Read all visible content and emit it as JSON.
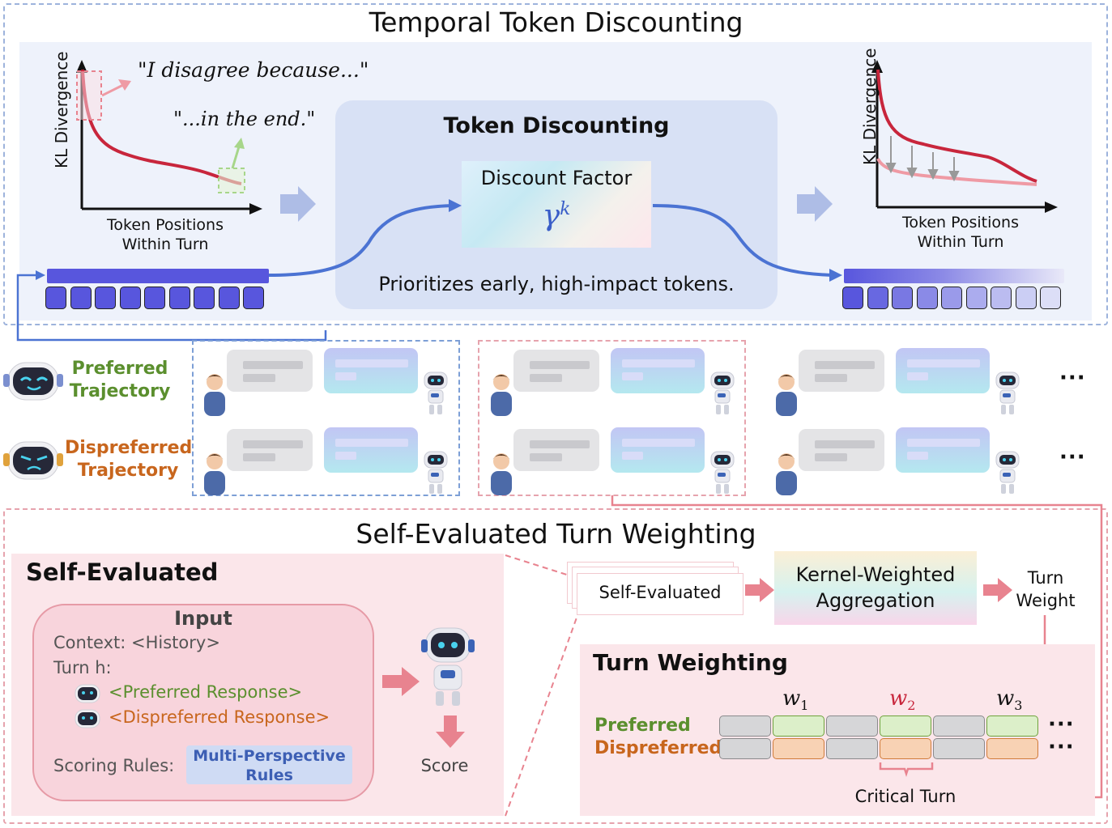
{
  "colors": {
    "accent_blue": "#4b73d3",
    "accent_pink": "#e8838f",
    "preferred_green": "#5b8f2e",
    "dispreferred_orange": "#c8661d",
    "curve_red": "#c8263c",
    "curve_pink": "#ef9aa4",
    "token_purple": "#5856dd"
  },
  "temporal": {
    "title": "Temporal Token Discounting",
    "left_plot": {
      "ylabel": "KL Divergence",
      "xlabel_line1": "Token Positions",
      "xlabel_line2": "Within Turn",
      "quote_early": "\"I disagree because...\"",
      "quote_late": "\"...in the end.\""
    },
    "token_discounting": {
      "title": "Token Discounting",
      "factor_label": "Discount Factor",
      "factor_symbol": "γ",
      "factor_exp": "k",
      "caption": "Prioritizes early, high-impact tokens."
    },
    "right_plot": {
      "ylabel": "KL Divergence",
      "xlabel_line1": "Token Positions",
      "xlabel_line2": "Within Turn"
    }
  },
  "trajectories": {
    "preferred_line1": "Preferred",
    "preferred_line2": "Trajectory",
    "dispreferred_line1": "Dispreferred",
    "dispreferred_line2": "Trajectory",
    "ellipsis": "···"
  },
  "self_eval": {
    "title": "Self-Evaluated Turn Weighting",
    "left_title": "Self-Evaluated",
    "input_title": "Input",
    "context": "Context: <History>",
    "turn": "Turn h:",
    "preferred_response": "<Preferred Response>",
    "dispreferred_response": "<Dispreferred Response>",
    "scoring_rules": "Scoring Rules:",
    "rules_line1": "Multi-Perspective",
    "rules_line2": "Rules",
    "score": "Score",
    "card_label": "Self-Evaluated",
    "kw_line1": "Kernel-Weighted",
    "kw_line2": "Aggregation",
    "tw_line1": "Turn",
    "tw_line2": "Weight"
  },
  "turn_weighting": {
    "title": "Turn Weighting",
    "preferred": "Preferred",
    "dispreferred": "Dispreferred",
    "w1": "w",
    "w1_sub": "1",
    "w2": "w",
    "w2_sub": "2",
    "w3": "w",
    "w3_sub": "3",
    "critical": "Critical Turn",
    "ellipsis": "···"
  }
}
